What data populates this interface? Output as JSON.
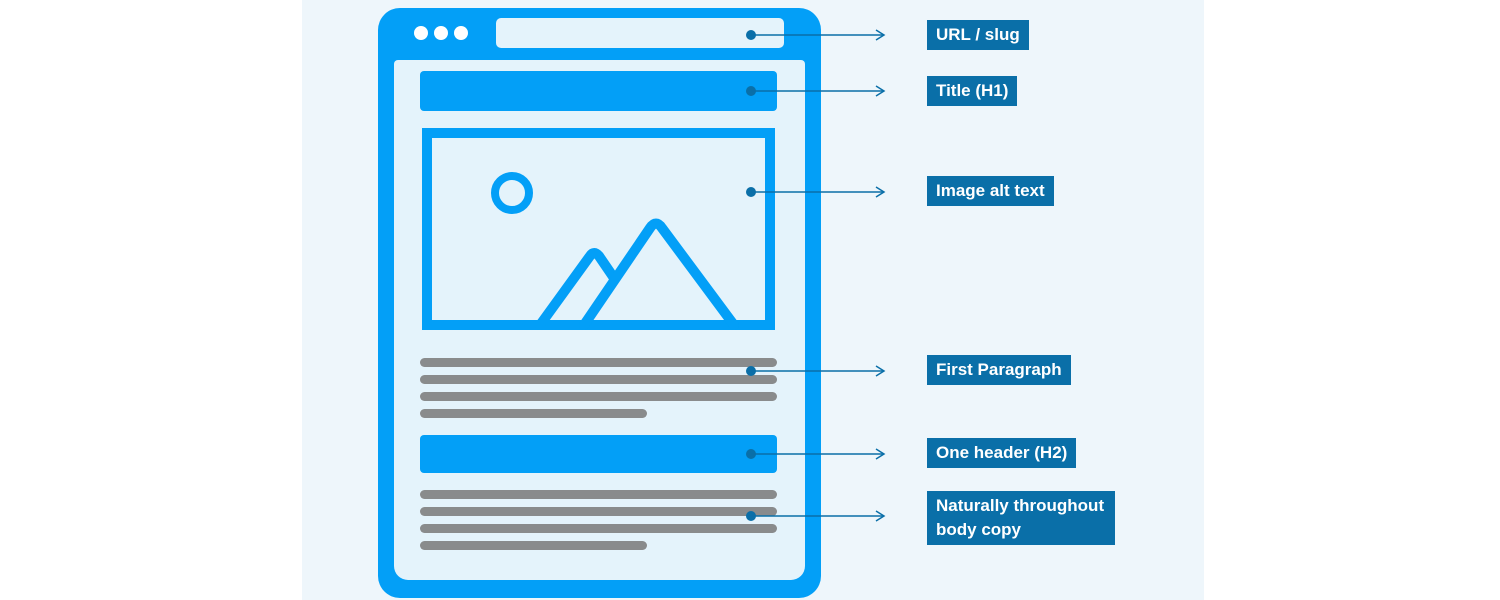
{
  "labels": {
    "url_slug": "URL / slug",
    "title_h1": "Title (H1)",
    "image_alt_text": "Image alt text",
    "first_paragraph": "First Paragraph",
    "one_header_h2": "One header (H2)",
    "body_copy": "Naturally throughout\nbody copy"
  },
  "colors": {
    "accent_blue": "#039ff7",
    "label_blue": "#0a6fa8",
    "text_line_gray": "#898b8c",
    "page_background": "#e4f3fb"
  }
}
